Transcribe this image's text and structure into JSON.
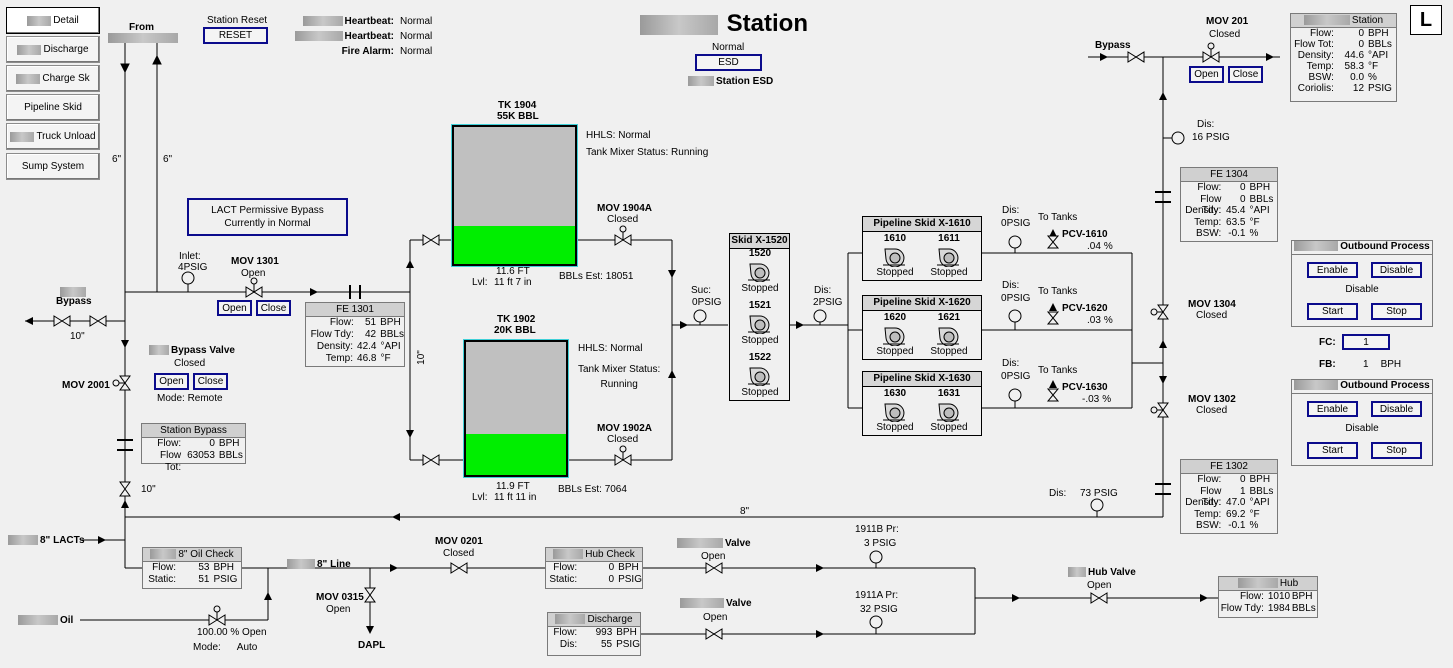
{
  "nav": [
    {
      "label": "Detail",
      "redacted": true
    },
    {
      "label": "Discharge",
      "redacted": true
    },
    {
      "label": "Charge Sk",
      "redacted": true
    },
    {
      "label": "Pipeline Skid",
      "redacted": false
    },
    {
      "label": "Truck Unload",
      "redacted": true
    },
    {
      "label": "Sump System",
      "redacted": false
    }
  ],
  "page_letter": "L",
  "title": "Station",
  "from_label": "From",
  "station_reset": {
    "label": "Station Reset",
    "button": "RESET"
  },
  "heartbeats": [
    {
      "label": "Heartbeat:",
      "value": "Normal"
    },
    {
      "label": "Heartbeat:",
      "value": "Normal"
    },
    {
      "label": "Fire Alarm:",
      "value": "Normal"
    }
  ],
  "esd": {
    "status": "Normal",
    "button": "ESD",
    "label": "Station ESD"
  },
  "lact_bypass": {
    "line1": "LACT Permissive Bypass",
    "line2": "Currently in Normal"
  },
  "pipe_sizes": {
    "left1": "6\"",
    "left2": "6\"",
    "bypass": "10\"",
    "tank_link": "10\"",
    "lacts_line": "10\"",
    "return": "8\""
  },
  "inlet": {
    "label": "Inlet:",
    "value": "4",
    "unit": "PSIG"
  },
  "bypass_label": "Bypass",
  "mov1301": {
    "name": "MOV 1301",
    "status": "Open",
    "open": "Open",
    "close": "Close"
  },
  "fe1301": {
    "title": "FE 1301",
    "rows": [
      {
        "label": "Flow:",
        "value": "51",
        "unit": "BPH"
      },
      {
        "label": "Flow Tdy:",
        "value": "42",
        "unit": "BBLs"
      },
      {
        "label": "Density:",
        "value": "42.4",
        "unit": "°API"
      },
      {
        "label": "Temp:",
        "value": "46.8",
        "unit": "°F"
      }
    ]
  },
  "bypass_valve": {
    "name": "Bypass Valve",
    "status": "Closed",
    "open": "Open",
    "close": "Close",
    "mode": "Mode: Remote"
  },
  "mov2001": {
    "name": "MOV 2001"
  },
  "station_bypass": {
    "title": "Station Bypass",
    "rows": [
      {
        "label": "Flow:",
        "value": "0",
        "unit": "BPH"
      },
      {
        "label": "Flow Tot:",
        "value": "63053",
        "unit": "BBLs"
      }
    ]
  },
  "tk1904": {
    "name": "TK 1904",
    "size": "55K BBL",
    "hhls_label": "HHLS:",
    "hhls": "Normal",
    "mixer_label": "Tank Mixer Status:",
    "mixer": "Running",
    "lvl_label": "Lvl:",
    "lvl_ft": "11.6",
    "lvl_unit": "FT",
    "lvl_ftin": "11 ft 7 in",
    "bbls_label": "BBLs Est:",
    "bbls": "18051",
    "level_fraction": 0.28
  },
  "tk1902": {
    "name": "TK 1902",
    "size": "20K BBL",
    "hhls_label": "HHLS:",
    "hhls": "Normal",
    "mixer_label": "Tank Mixer Status:",
    "mixer": "Running",
    "lvl_label": "Lvl:",
    "lvl_ft": "11.9",
    "lvl_unit": "FT",
    "lvl_ftin": "11 ft 11 in",
    "bbls_label": "BBLs Est:",
    "bbls": "7064",
    "level_fraction": 0.31
  },
  "mov1904a": {
    "name": "MOV 1904A",
    "status": "Closed"
  },
  "mov1902a": {
    "name": "MOV 1902A",
    "status": "Closed"
  },
  "suc": {
    "label": "Suc:",
    "value": "0",
    "unit": "PSIG"
  },
  "skid1520": {
    "title": "Skid X-1520",
    "pumps": [
      {
        "id": "1520",
        "status": "Stopped"
      },
      {
        "id": "1521",
        "status": "Stopped"
      },
      {
        "id": "1522",
        "status": "Stopped"
      }
    ]
  },
  "dis_mid": {
    "label": "Dis:",
    "value": "2",
    "unit": "PSIG"
  },
  "pipeline_skids": [
    {
      "title": "Pipeline Skid X-1610",
      "p1": "1610",
      "p2": "1611",
      "s1": "Stopped",
      "s2": "Stopped",
      "dis_label": "Dis:",
      "dis": "0",
      "pcv": "PCV-1610",
      "pct": ".04",
      "to": "To Tanks"
    },
    {
      "title": "Pipeline Skid X-1620",
      "p1": "1620",
      "p2": "1621",
      "s1": "Stopped",
      "s2": "Stopped",
      "dis_label": "Dis:",
      "dis": "0",
      "pcv": "PCV-1620",
      "pct": ".03",
      "to": "To Tanks"
    },
    {
      "title": "Pipeline Skid X-1630",
      "p1": "1630",
      "p2": "1631",
      "s1": "Stopped",
      "s2": "Stopped",
      "dis_label": "Dis:",
      "dis": "0",
      "pcv": "PCV-1630",
      "pct": "-.03",
      "to": "To Tanks"
    }
  ],
  "psig_unit": "PSIG",
  "pct_unit": "%",
  "mov201": {
    "name": "MOV 201",
    "status": "Closed",
    "open": "Open",
    "close": "Close"
  },
  "bypass_right": "Bypass",
  "station_panel": {
    "title": "Station",
    "rows": [
      {
        "label": "Flow:",
        "value": "0",
        "unit": "BPH"
      },
      {
        "label": "Flow Tot:",
        "value": "0",
        "unit": "BBLs"
      },
      {
        "label": "Density:",
        "value": "44.6",
        "unit": "°API"
      },
      {
        "label": "Temp:",
        "value": "58.3",
        "unit": "°F"
      },
      {
        "label": "BSW:",
        "value": "0.0",
        "unit": "%"
      },
      {
        "label": "Coriolis:",
        "value": "12",
        "unit": "PSIG"
      }
    ]
  },
  "dis_right": {
    "label": "Dis:",
    "value": "16",
    "unit": "PSIG"
  },
  "fe1304": {
    "title": "FE 1304",
    "rows": [
      {
        "label": "Flow:",
        "value": "0",
        "unit": "BPH"
      },
      {
        "label": "Flow Tdy:",
        "value": "0",
        "unit": "BBLs"
      },
      {
        "label": "Density:",
        "value": "45.4",
        "unit": "°API"
      },
      {
        "label": "Temp:",
        "value": "63.5",
        "unit": "°F"
      },
      {
        "label": "BSW:",
        "value": "-0.1",
        "unit": "%"
      }
    ]
  },
  "mov1304": {
    "name": "MOV 1304",
    "status": "Closed"
  },
  "mov1302": {
    "name": "MOV 1302",
    "status": "Closed"
  },
  "outbound1": {
    "title": "Outbound Process",
    "enable": "Enable",
    "disable": "Disable",
    "state": "Disable",
    "start": "Start",
    "stop": "Stop"
  },
  "outbound2": {
    "title": "Outbound Process",
    "enable": "Enable",
    "disable": "Disable",
    "state": "Disable",
    "start": "Start",
    "stop": "Stop"
  },
  "fc": {
    "label": "FC:",
    "value": "1"
  },
  "fb": {
    "label": "FB:",
    "value": "1",
    "unit": "BPH"
  },
  "fe1302": {
    "title": "FE 1302",
    "rows": [
      {
        "label": "Flow:",
        "value": "0",
        "unit": "BPH"
      },
      {
        "label": "Flow Tdy:",
        "value": "1",
        "unit": "BBLs"
      },
      {
        "label": "Density:",
        "value": "47.0",
        "unit": "°API"
      },
      {
        "label": "Temp:",
        "value": "69.2",
        "unit": "°F"
      },
      {
        "label": "BSW:",
        "value": "-0.1",
        "unit": "%"
      }
    ]
  },
  "dis_bottom": {
    "label": "Dis:",
    "value": "73",
    "unit": "PSIG"
  },
  "lacts_label": "8\" LACTs",
  "oil_check": {
    "title": "8\" Oil Check",
    "rows": [
      {
        "label": "Flow:",
        "value": "53",
        "unit": "BPH"
      },
      {
        "label": "Static:",
        "value": "51",
        "unit": "PSIG"
      }
    ]
  },
  "line8": "8\" Line",
  "oil_label": "Oil",
  "oil_valve": {
    "pct": "100.00",
    "text": "% Open",
    "mode_label": "Mode:",
    "mode": "Auto"
  },
  "mov0315": {
    "name": "MOV 0315",
    "status": "Open",
    "dapl": "DAPL"
  },
  "mov0201": {
    "name": "MOV 0201",
    "status": "Closed"
  },
  "hub_check": {
    "title": "Hub Check",
    "rows": [
      {
        "label": "Flow:",
        "value": "0",
        "unit": "BPH"
      },
      {
        "label": "Static:",
        "value": "0",
        "unit": "PSIG"
      }
    ]
  },
  "discharge_panel": {
    "title": "Discharge",
    "rows": [
      {
        "label": "Flow:",
        "value": "993",
        "unit": "BPH"
      },
      {
        "label": "Dis:",
        "value": "55",
        "unit": "PSIG"
      }
    ]
  },
  "valve_top": {
    "name": "Valve",
    "status": "Open"
  },
  "valve_bottom": {
    "name": "Valve",
    "status": "Open"
  },
  "pr1911b": {
    "label": "1911B Pr:",
    "value": "3",
    "unit": "PSIG"
  },
  "pr1911a": {
    "label": "1911A Pr:",
    "value": "32",
    "unit": "PSIG"
  },
  "hub_valve": {
    "name": "Hub Valve",
    "status": "Open"
  },
  "hub_panel": {
    "title": "Hub",
    "rows": [
      {
        "label": "Flow:",
        "value": "1010",
        "unit": "BPH"
      },
      {
        "label": "Flow Tdy:",
        "value": "1984",
        "unit": "BBLs"
      }
    ]
  }
}
